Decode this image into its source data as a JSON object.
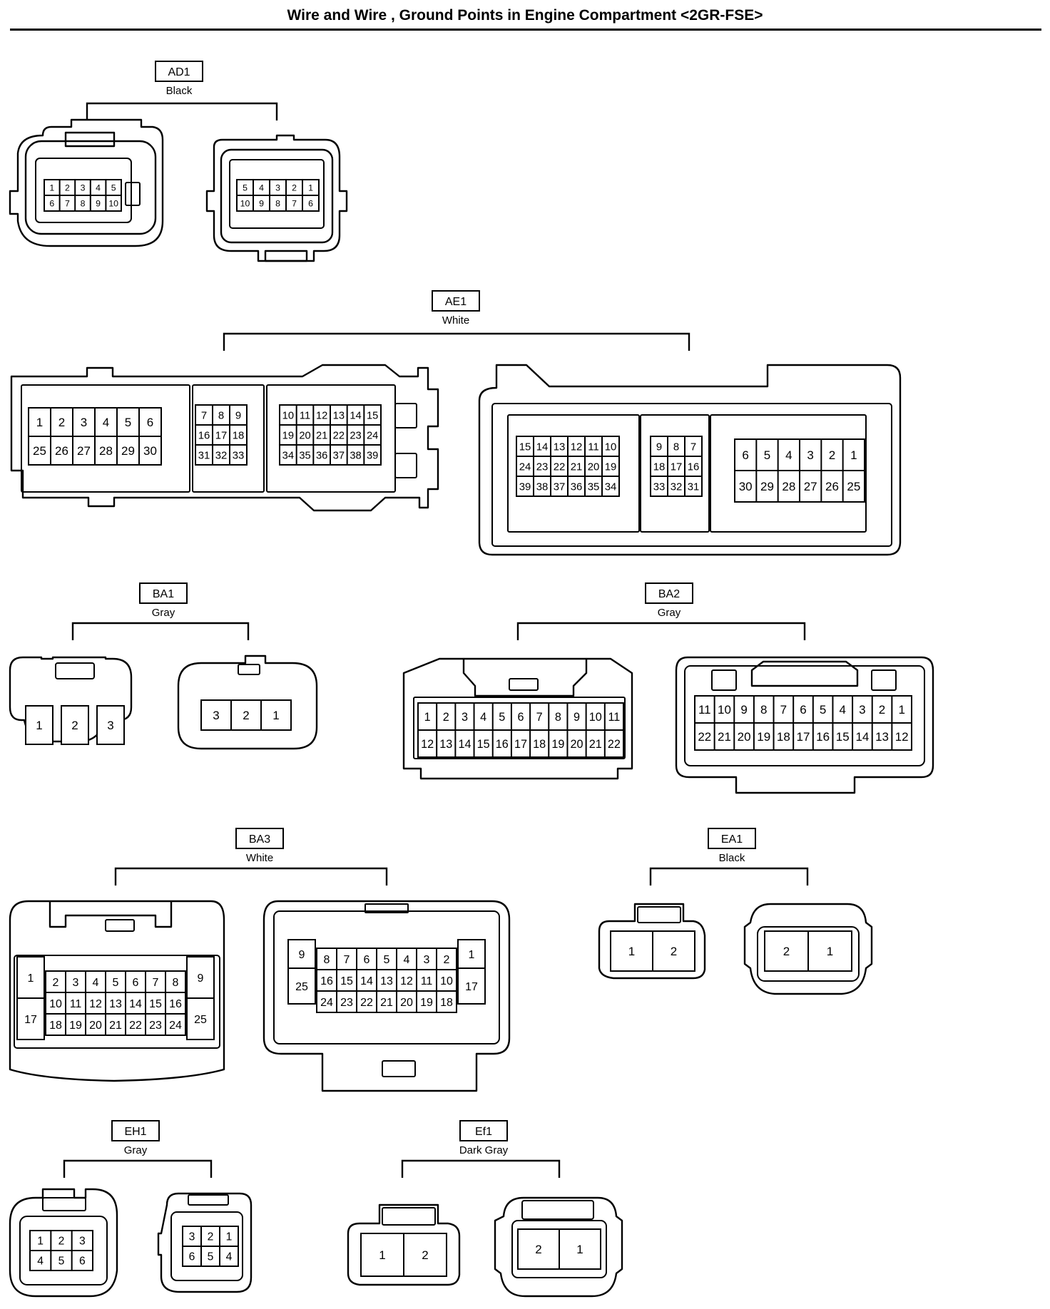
{
  "header": {
    "title": "Wire and Wire , Ground Points in Engine Compartment <2GR-FSE>"
  },
  "connectors": [
    {
      "code": "AD1",
      "color": "Black",
      "faces": [
        {
          "rows": [
            [
              "1",
              "2",
              "3",
              "4",
              "5"
            ],
            [
              "6",
              "7",
              "8",
              "9",
              "10"
            ]
          ]
        },
        {
          "rows": [
            [
              "5",
              "4",
              "3",
              "2",
              "1"
            ],
            [
              "10",
              "9",
              "8",
              "7",
              "6"
            ]
          ]
        }
      ]
    },
    {
      "code": "AE1",
      "color": "White",
      "faces": [
        {
          "rows": [
            [
              "1",
              "2",
              "3",
              "4",
              "5",
              "6"
            ],
            [
              "25",
              "26",
              "27",
              "28",
              "29",
              "30"
            ],
            [
              "7",
              "8",
              "9"
            ],
            [
              "16",
              "17",
              "18"
            ],
            [
              "31",
              "32",
              "33"
            ],
            [
              "10",
              "11",
              "12",
              "13",
              "14",
              "15"
            ],
            [
              "19",
              "20",
              "21",
              "22",
              "23",
              "24"
            ],
            [
              "34",
              "35",
              "36",
              "37",
              "38",
              "39"
            ]
          ]
        },
        {
          "rows": [
            [
              "15",
              "14",
              "13",
              "12",
              "11",
              "10"
            ],
            [
              "24",
              "23",
              "22",
              "21",
              "20",
              "19"
            ],
            [
              "39",
              "38",
              "37",
              "36",
              "35",
              "34"
            ],
            [
              "9",
              "8",
              "7"
            ],
            [
              "18",
              "17",
              "16"
            ],
            [
              "33",
              "32",
              "31"
            ],
            [
              "6",
              "5",
              "4",
              "3",
              "2",
              "1"
            ],
            [
              "30",
              "29",
              "28",
              "27",
              "26",
              "25"
            ]
          ]
        }
      ]
    },
    {
      "code": "BA1",
      "color": "Gray",
      "faces": [
        {
          "rows": [
            [
              "1",
              "2",
              "3"
            ]
          ]
        },
        {
          "rows": [
            [
              "3",
              "2",
              "1"
            ]
          ]
        }
      ]
    },
    {
      "code": "BA2",
      "color": "Gray",
      "faces": [
        {
          "rows": [
            [
              "1",
              "2",
              "3",
              "4",
              "5",
              "6",
              "7",
              "8",
              "9",
              "10",
              "11"
            ],
            [
              "12",
              "13",
              "14",
              "15",
              "16",
              "17",
              "18",
              "19",
              "20",
              "21",
              "22"
            ]
          ]
        },
        {
          "rows": [
            [
              "11",
              "10",
              "9",
              "8",
              "7",
              "6",
              "5",
              "4",
              "3",
              "2",
              "1"
            ],
            [
              "22",
              "21",
              "20",
              "19",
              "18",
              "17",
              "16",
              "15",
              "14",
              "13",
              "12"
            ]
          ]
        }
      ]
    },
    {
      "code": "BA3",
      "color": "White",
      "faces": [
        {
          "rows": [
            [
              "1",
              "2",
              "3",
              "4",
              "5",
              "6",
              "7",
              "8",
              "9"
            ],
            [
              "17",
              "10",
              "11",
              "12",
              "13",
              "14",
              "15",
              "16",
              "25"
            ],
            [
              "18",
              "19",
              "20",
              "21",
              "22",
              "23",
              "24"
            ]
          ]
        },
        {
          "rows": [
            [
              "9",
              "8",
              "7",
              "6",
              "5",
              "4",
              "3",
              "2",
              "1"
            ],
            [
              "25",
              "16",
              "15",
              "14",
              "13",
              "12",
              "11",
              "10",
              "17"
            ],
            [
              "24",
              "23",
              "22",
              "21",
              "20",
              "19",
              "18"
            ]
          ]
        }
      ]
    },
    {
      "code": "EA1",
      "color": "Black",
      "faces": [
        {
          "rows": [
            [
              "1",
              "2"
            ]
          ]
        },
        {
          "rows": [
            [
              "2",
              "1"
            ]
          ]
        }
      ]
    },
    {
      "code": "EH1",
      "color": "Gray",
      "faces": [
        {
          "rows": [
            [
              "1",
              "2",
              "3"
            ],
            [
              "4",
              "5",
              "6"
            ]
          ]
        },
        {
          "rows": [
            [
              "3",
              "2",
              "1"
            ],
            [
              "6",
              "5",
              "4"
            ]
          ]
        }
      ]
    },
    {
      "code": "Ef1",
      "color": "Dark Gray",
      "faces": [
        {
          "rows": [
            [
              "1",
              "2"
            ]
          ]
        },
        {
          "rows": [
            [
              "2",
              "1"
            ]
          ]
        }
      ]
    }
  ]
}
